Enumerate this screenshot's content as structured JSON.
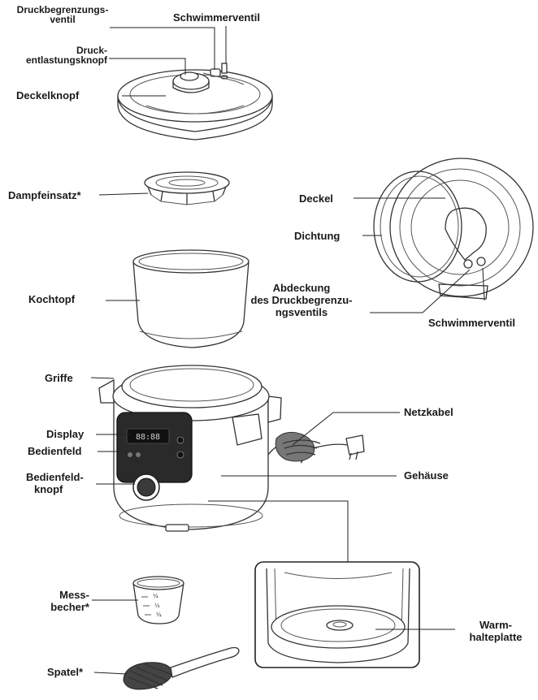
{
  "labels": {
    "druckbegrenzungsventil_line1": "Druckbegrenzungs-",
    "druckbegrenzungsventil_line2": "ventil",
    "schwimmerventil_top": "Schwimmerventil",
    "druckentlastungsknopf_line1": "Druck-",
    "druckentlastungsknopf_line2": "entlastungsknopf",
    "deckelknopf": "Deckelknopf",
    "dampfeinsatz": "Dampfeinsatz*",
    "deckel": "Deckel",
    "dichtung": "Dichtung",
    "kochtopf": "Kochtopf",
    "abdeckung_line1": "Abdeckung",
    "abdeckung_line2": "des Druckbegrenzu-",
    "abdeckung_line3": "ngsventils",
    "schwimmerventil_right": "Schwimmerventil",
    "griffe": "Griffe",
    "display": "Display",
    "bedienfeld": "Bedienfeld",
    "bedienfeldknopf_line1": "Bedienfeld-",
    "bedienfeldknopf_line2": "knopf",
    "netzkabel": "Netzkabel",
    "gehaeuse": "Gehäuse",
    "messbecher_line1": "Mess-",
    "messbecher_line2": "becher*",
    "warmhalteplatte_line1": "Warm-",
    "warmhalteplatte_line2": "halteplatte",
    "spatel": "Spatel*"
  },
  "cup_marks": [
    "¼",
    "½",
    "¼"
  ]
}
